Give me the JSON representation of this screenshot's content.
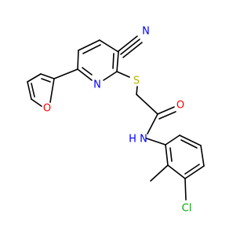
{
  "molecule": {
    "background": "#ffffff",
    "bond_color": "#000000",
    "element_colors": {
      "N": "#0000ff",
      "O": "#ff0000",
      "S": "#b2b200",
      "Cl": "#00b200",
      "H": "#0000ff"
    },
    "labels": {
      "nitrile_n": "N",
      "pyridine_n": "N",
      "furan_o": "O",
      "sulfur": "S",
      "carbonyl_o": "O",
      "amide_nh": "N",
      "amide_h": "H",
      "chlorine": "Cl"
    }
  }
}
